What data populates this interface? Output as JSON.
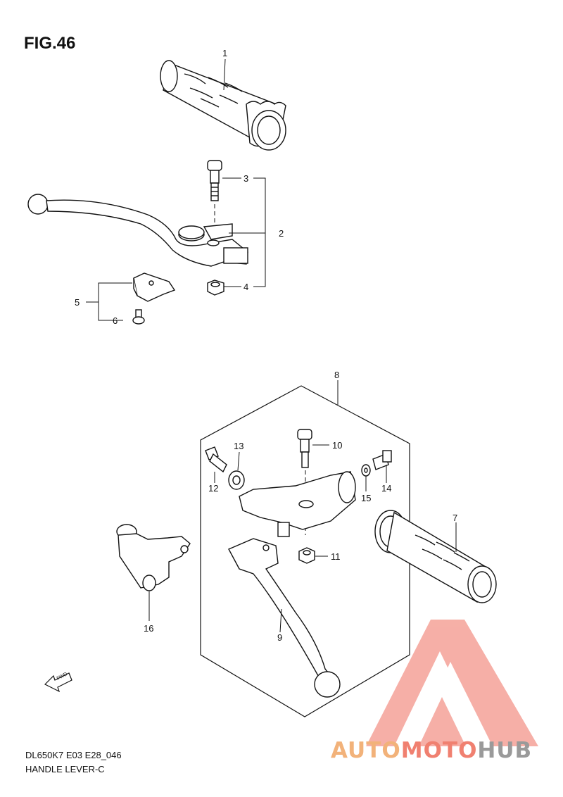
{
  "figure": {
    "title": "FIG.46"
  },
  "callouts": {
    "c1": "1",
    "c2": "2",
    "c3": "3",
    "c4": "4",
    "c5": "5",
    "c6": "6",
    "c7": "7",
    "c8": "8",
    "c9": "9",
    "c10": "10",
    "c11": "11",
    "c12": "12",
    "c13": "13",
    "c14": "14",
    "c15": "15",
    "c16": "16"
  },
  "fwd_label": "FWD",
  "footer": {
    "code": "DL650K7 E03 E28_046",
    "name": "HANDLE LEVER-C"
  },
  "watermark": {
    "part1": "AUTO",
    "part2": "MOTO",
    "part3": "HUB"
  },
  "colors": {
    "ink": "#111111",
    "brand_orange": "#f2b27a",
    "brand_red": "#f08070",
    "brand_gray": "#9a9a9a",
    "triangle_red": "#f07b6e"
  }
}
